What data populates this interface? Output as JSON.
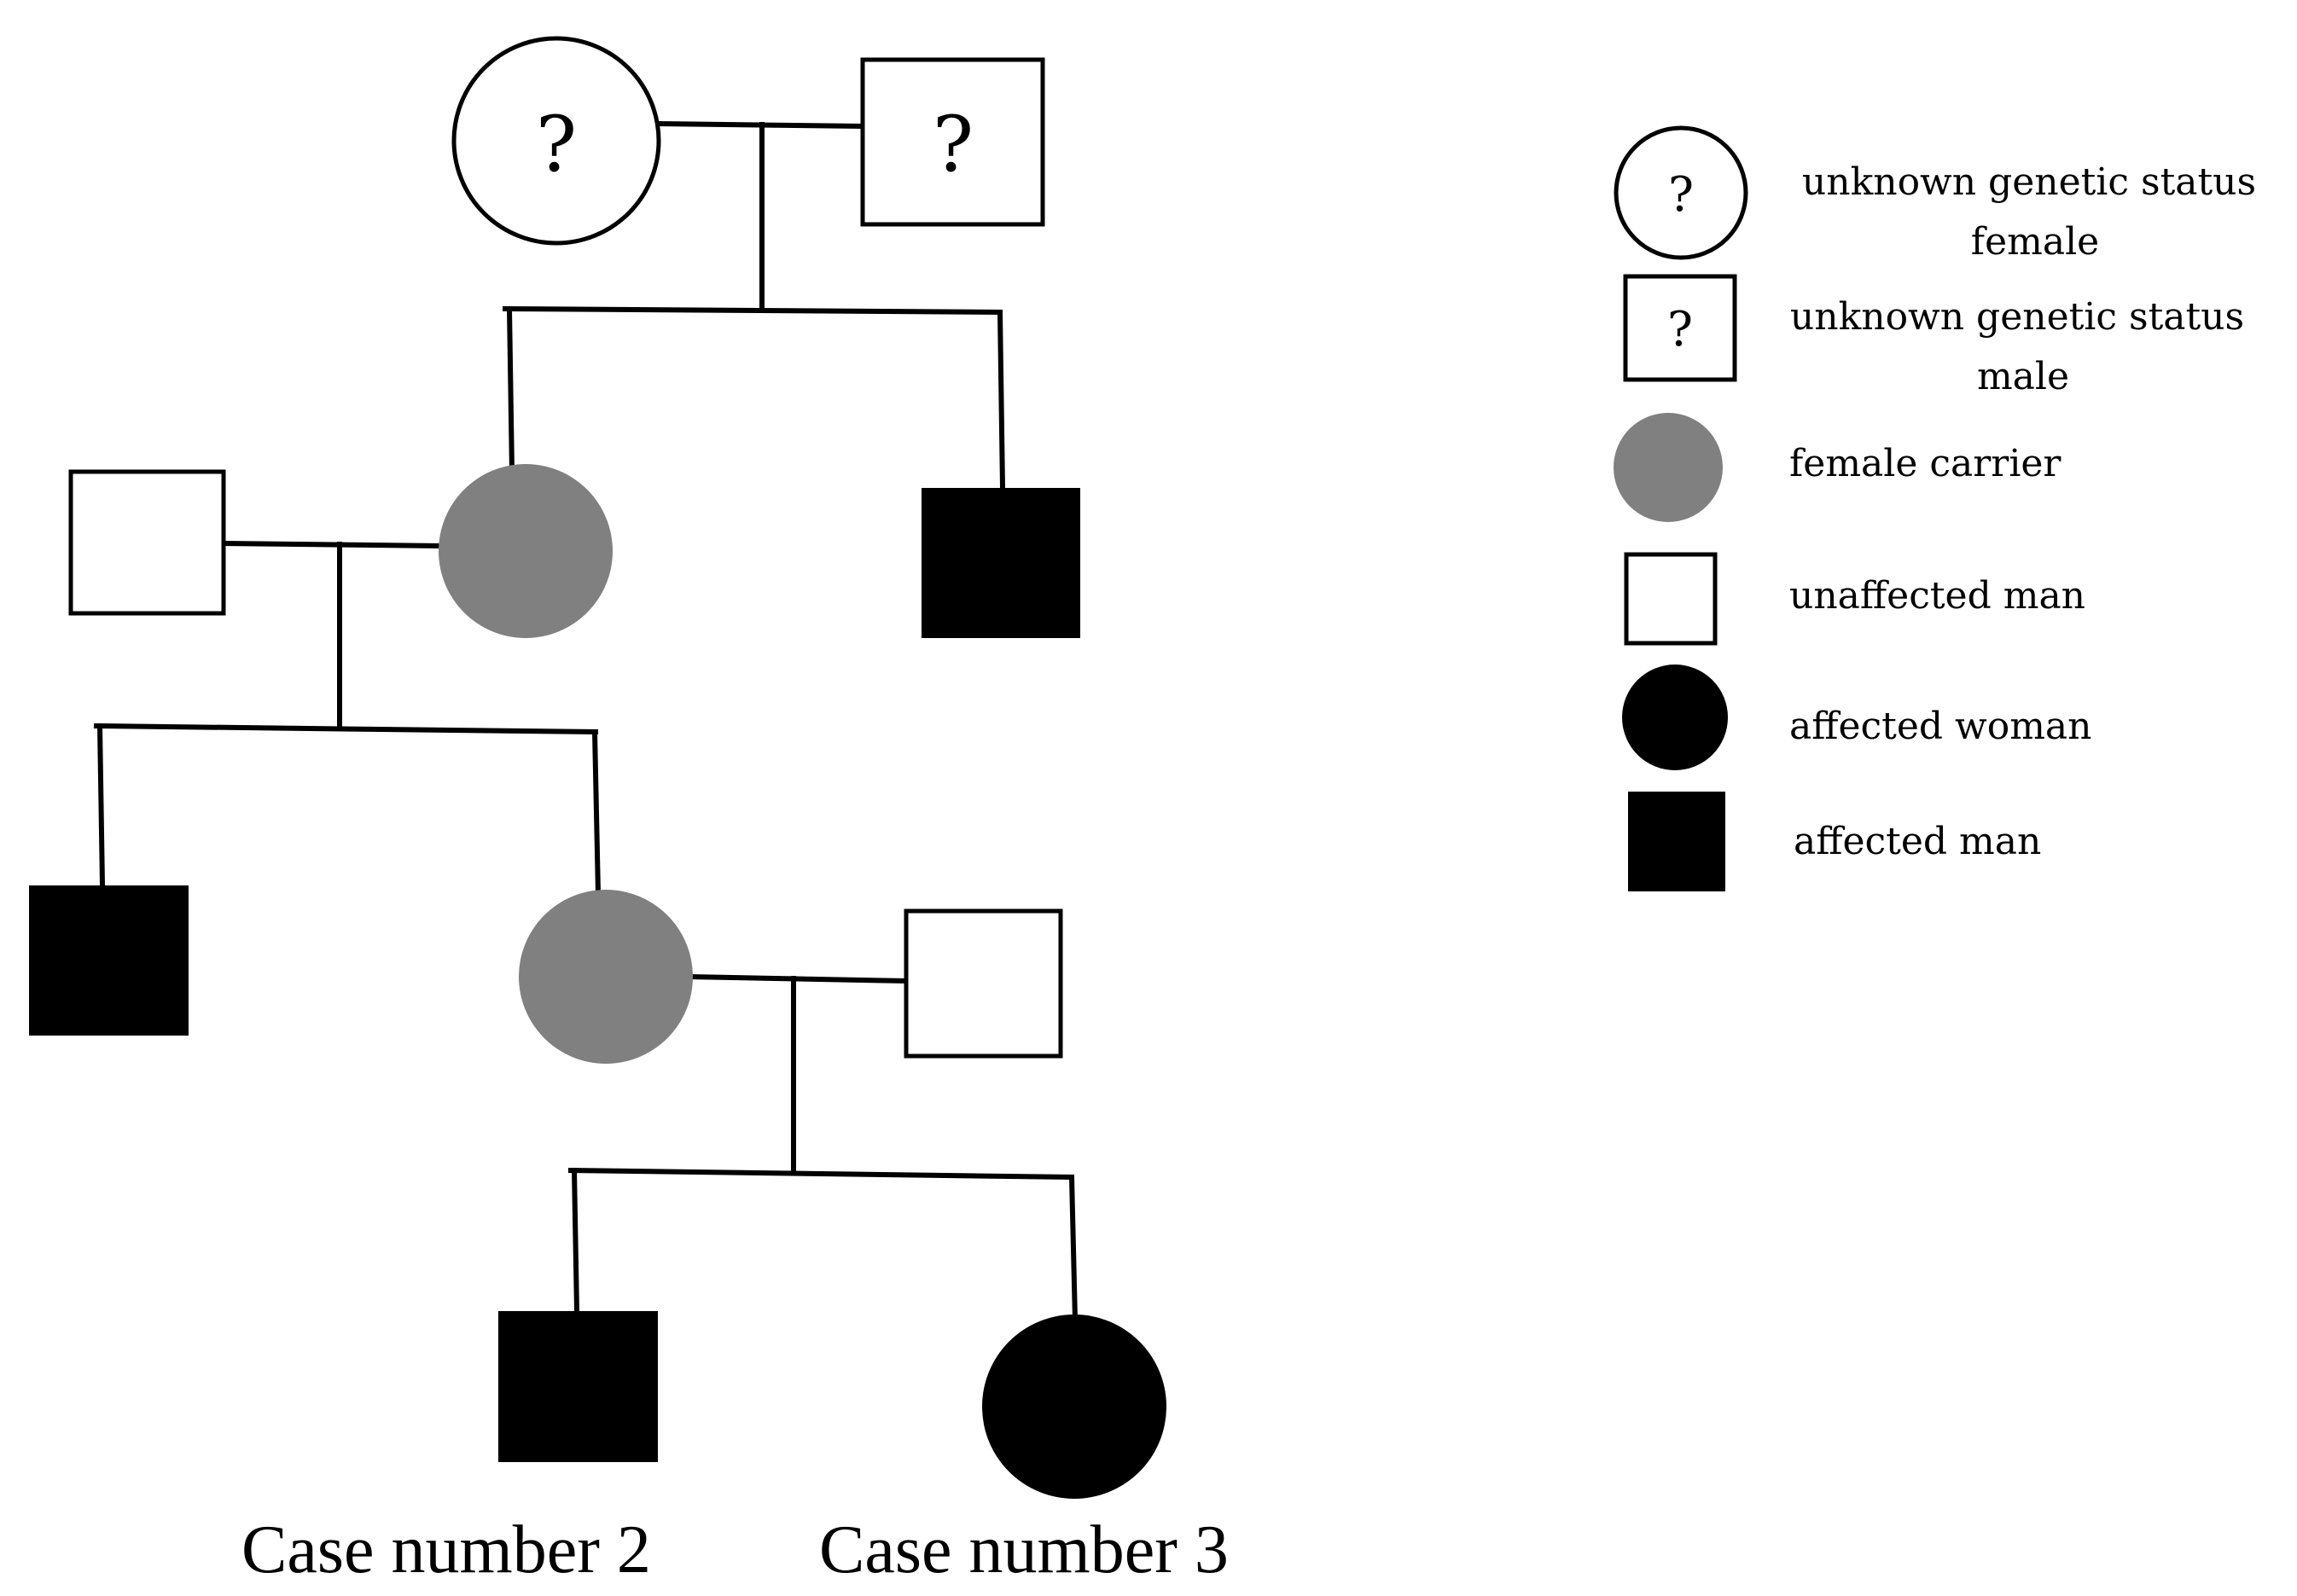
{
  "colors": {
    "unknown": "#ffffff",
    "carrier": "#808080",
    "unaffected": "#ffffff",
    "affected": "#000000"
  },
  "unknown_mark": "?",
  "individuals": [
    {
      "id": "grandmother",
      "sex": "female",
      "status": "unknown"
    },
    {
      "id": "grandfather",
      "sex": "male",
      "status": "unknown"
    },
    {
      "id": "mother-carrier",
      "sex": "female",
      "status": "carrier"
    },
    {
      "id": "uncle",
      "sex": "male",
      "status": "affected"
    },
    {
      "id": "father-1",
      "sex": "male",
      "status": "unaffected"
    },
    {
      "id": "son-affected",
      "sex": "male",
      "status": "affected"
    },
    {
      "id": "daughter-carrier",
      "sex": "female",
      "status": "carrier"
    },
    {
      "id": "father-2",
      "sex": "male",
      "status": "unaffected"
    },
    {
      "id": "case-2",
      "sex": "male",
      "status": "affected"
    },
    {
      "id": "case-3",
      "sex": "female",
      "status": "affected"
    }
  ],
  "case_labels": {
    "case2": "Case number 2",
    "case3": "Case number 3"
  },
  "legend": {
    "unknown_female": [
      "unknown genetic status",
      "female"
    ],
    "unknown_male": [
      "unknown genetic status",
      "male"
    ],
    "female_carrier": "female carrier",
    "unaffected_man": "unaffected man",
    "affected_woman": "affected woman",
    "affected_man": "affected man"
  }
}
